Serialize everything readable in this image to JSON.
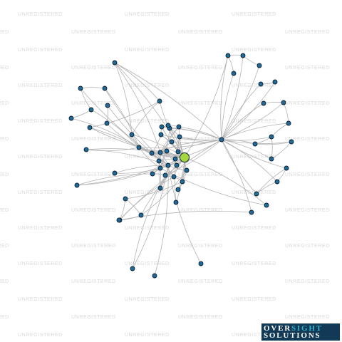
{
  "watermark_text": "UNREGISTERED",
  "logo": {
    "part1": "OVER",
    "part2": "SIGHT",
    "line2": "SOLUTIONS"
  },
  "colors": {
    "background": "#ffffff",
    "edge": "#b3b3b3",
    "node_fill": "#1f6a96",
    "node_stroke": "#0d2233",
    "focus_fill": "#a4d83e",
    "watermark": "#d9d9d9",
    "logo_bg": "#123a57",
    "logo_accent": "#2fb7d4"
  },
  "graph": {
    "nodes": [
      {
        "id": "n0",
        "focus": true
      },
      {
        "id": "n1"
      },
      {
        "id": "n2"
      },
      {
        "id": "n3"
      },
      {
        "id": "n4"
      },
      {
        "id": "n5"
      },
      {
        "id": "n6"
      },
      {
        "id": "n7"
      },
      {
        "id": "n8"
      },
      {
        "id": "n9"
      },
      {
        "id": "n10"
      },
      {
        "id": "n11"
      },
      {
        "id": "n12"
      },
      {
        "id": "n13"
      },
      {
        "id": "n14"
      },
      {
        "id": "n15"
      },
      {
        "id": "n16"
      },
      {
        "id": "n17"
      },
      {
        "id": "n18"
      },
      {
        "id": "n19"
      },
      {
        "id": "n20"
      },
      {
        "id": "n21"
      },
      {
        "id": "n22"
      },
      {
        "id": "n23"
      },
      {
        "id": "n24"
      },
      {
        "id": "n25"
      },
      {
        "id": "n26"
      },
      {
        "id": "n27"
      },
      {
        "id": "n28"
      },
      {
        "id": "n29"
      },
      {
        "id": "n30"
      },
      {
        "id": "n31"
      },
      {
        "id": "n32"
      },
      {
        "id": "n33"
      },
      {
        "id": "n34"
      },
      {
        "id": "n35"
      },
      {
        "id": "n36"
      },
      {
        "id": "n37"
      },
      {
        "id": "n38"
      },
      {
        "id": "n39"
      },
      {
        "id": "n40"
      },
      {
        "id": "n41"
      },
      {
        "id": "n42"
      },
      {
        "id": "n43"
      },
      {
        "id": "n44"
      },
      {
        "id": "n45"
      },
      {
        "id": "n46"
      },
      {
        "id": "n47"
      },
      {
        "id": "n48"
      },
      {
        "id": "n49"
      },
      {
        "id": "n50"
      },
      {
        "id": "n51"
      },
      {
        "id": "n52"
      },
      {
        "id": "n53"
      },
      {
        "id": "n54"
      },
      {
        "id": "n55"
      },
      {
        "id": "n56"
      },
      {
        "id": "n57"
      },
      {
        "id": "n58"
      },
      {
        "id": "n59"
      },
      {
        "id": "n60"
      },
      {
        "id": "n61"
      },
      {
        "id": "n62"
      },
      {
        "id": "n63"
      },
      {
        "id": "n64"
      }
    ],
    "edges": [
      [
        "n0",
        "n1"
      ],
      [
        "n0",
        "n2"
      ],
      [
        "n0",
        "n3"
      ],
      [
        "n0",
        "n4"
      ],
      [
        "n0",
        "n5"
      ],
      [
        "n0",
        "n6"
      ],
      [
        "n0",
        "n7"
      ],
      [
        "n0",
        "n8"
      ],
      [
        "n0",
        "n9"
      ],
      [
        "n0",
        "n10"
      ],
      [
        "n0",
        "n11"
      ],
      [
        "n0",
        "n12"
      ],
      [
        "n0",
        "n13"
      ],
      [
        "n0",
        "n14"
      ],
      [
        "n0",
        "n15"
      ],
      [
        "n0",
        "n16"
      ],
      [
        "n0",
        "n17"
      ],
      [
        "n0",
        "n18"
      ],
      [
        "n0",
        "n19"
      ],
      [
        "n0",
        "n21"
      ],
      [
        "n0",
        "n22"
      ],
      [
        "n0",
        "n23"
      ],
      [
        "n0",
        "n24"
      ],
      [
        "n0",
        "n25"
      ],
      [
        "n0",
        "n31"
      ],
      [
        "n0",
        "n33"
      ],
      [
        "n0",
        "n35"
      ],
      [
        "n0",
        "n37"
      ],
      [
        "n0",
        "n39"
      ],
      [
        "n0",
        "n40"
      ],
      [
        "n0",
        "n44"
      ],
      [
        "n0",
        "n46"
      ],
      [
        "n0",
        "n62"
      ],
      [
        "n1",
        "n2"
      ],
      [
        "n1",
        "n4"
      ],
      [
        "n1",
        "n10"
      ],
      [
        "n2",
        "n3"
      ],
      [
        "n3",
        "n6"
      ],
      [
        "n4",
        "n5"
      ],
      [
        "n5",
        "n9"
      ],
      [
        "n6",
        "n7"
      ],
      [
        "n7",
        "n8"
      ],
      [
        "n8",
        "n9"
      ],
      [
        "n9",
        "n10"
      ],
      [
        "n10",
        "n11"
      ],
      [
        "n11",
        "n12"
      ],
      [
        "n12",
        "n13"
      ],
      [
        "n13",
        "n14"
      ],
      [
        "n14",
        "n1"
      ],
      [
        "n15",
        "n16"
      ],
      [
        "n16",
        "n17"
      ],
      [
        "n17",
        "n18"
      ],
      [
        "n18",
        "n19"
      ],
      [
        "n19",
        "n20"
      ],
      [
        "n20",
        "n21"
      ],
      [
        "n21",
        "n15"
      ],
      [
        "n5",
        "n15"
      ],
      [
        "n6",
        "n16"
      ],
      [
        "n3",
        "n17"
      ],
      [
        "n8",
        "n18"
      ],
      [
        "n2",
        "n19"
      ],
      [
        "n12",
        "n20"
      ],
      [
        "n11",
        "n21"
      ],
      [
        "n22",
        "n5"
      ],
      [
        "n22",
        "n1"
      ],
      [
        "n22",
        "n9"
      ],
      [
        "n22",
        "n23"
      ],
      [
        "n23",
        "n25"
      ],
      [
        "n23",
        "n24"
      ],
      [
        "n24",
        "n25"
      ],
      [
        "n25",
        "n2"
      ],
      [
        "n26",
        "n1"
      ],
      [
        "n26",
        "n22"
      ],
      [
        "n27",
        "n1"
      ],
      [
        "n27",
        "n26"
      ],
      [
        "n27",
        "n28"
      ],
      [
        "n28",
        "n22"
      ],
      [
        "n29",
        "n1"
      ],
      [
        "n29",
        "n30"
      ],
      [
        "n30",
        "n22"
      ],
      [
        "n31",
        "n1"
      ],
      [
        "n31",
        "n24"
      ],
      [
        "n32",
        "n22"
      ],
      [
        "n32",
        "n28"
      ],
      [
        "n33",
        "n1"
      ],
      [
        "n33",
        "n22"
      ],
      [
        "n34",
        "n1"
      ],
      [
        "n34",
        "n9"
      ],
      [
        "n35",
        "n10"
      ],
      [
        "n35",
        "n1"
      ],
      [
        "n36",
        "n37"
      ],
      [
        "n36",
        "n13"
      ],
      [
        "n37",
        "n38"
      ],
      [
        "n38",
        "n36"
      ],
      [
        "n38",
        "n12"
      ],
      [
        "n37",
        "n14"
      ],
      [
        "n39",
        "n7"
      ],
      [
        "n40",
        "n1"
      ],
      [
        "n40",
        "n2"
      ],
      [
        "n41",
        "n1"
      ],
      [
        "n41",
        "n11"
      ],
      [
        "n42",
        "n1"
      ],
      [
        "n43",
        "n1"
      ],
      [
        "n44",
        "n13"
      ],
      [
        "n20",
        "n40"
      ],
      [
        "n9",
        "n62"
      ],
      [
        "n45",
        "n46"
      ],
      [
        "n45",
        "n47"
      ],
      [
        "n45",
        "n48"
      ],
      [
        "n45",
        "n49"
      ],
      [
        "n45",
        "n50"
      ],
      [
        "n45",
        "n51"
      ],
      [
        "n45",
        "n52"
      ],
      [
        "n45",
        "n53"
      ],
      [
        "n45",
        "n54"
      ],
      [
        "n45",
        "n55"
      ],
      [
        "n45",
        "n56"
      ],
      [
        "n45",
        "n57"
      ],
      [
        "n45",
        "n58"
      ],
      [
        "n45",
        "n59"
      ],
      [
        "n45",
        "n60"
      ],
      [
        "n45",
        "n61"
      ],
      [
        "n45",
        "n63"
      ],
      [
        "n45",
        "n64"
      ],
      [
        "n46",
        "n47"
      ],
      [
        "n47",
        "n49"
      ],
      [
        "n46",
        "n48"
      ],
      [
        "n50",
        "n51"
      ],
      [
        "n52",
        "n53"
      ],
      [
        "n54",
        "n55"
      ],
      [
        "n55",
        "n56"
      ],
      [
        "n56",
        "n57"
      ],
      [
        "n57",
        "n58"
      ],
      [
        "n58",
        "n55"
      ],
      [
        "n59",
        "n60"
      ],
      [
        "n60",
        "n61"
      ],
      [
        "n61",
        "n59"
      ],
      [
        "n63",
        "n64"
      ],
      [
        "n53",
        "n54"
      ],
      [
        "n45",
        "n19"
      ],
      [
        "n45",
        "n21"
      ],
      [
        "n45",
        "n15"
      ],
      [
        "n45",
        "n16"
      ],
      [
        "n45",
        "n17"
      ],
      [
        "n45",
        "n7"
      ],
      [
        "n45",
        "n8"
      ],
      [
        "n45",
        "n3"
      ],
      [
        "n45",
        "n6"
      ],
      [
        "n45",
        "n11"
      ],
      [
        "n45",
        "n25"
      ],
      [
        "n45",
        "n22"
      ]
    ]
  }
}
